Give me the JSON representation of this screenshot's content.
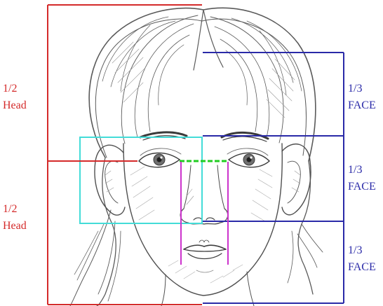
{
  "labels": {
    "head_top": {
      "fraction": "1/2",
      "word": "Head"
    },
    "head_bottom": {
      "fraction": "1/2",
      "word": "Head"
    },
    "face_top": {
      "fraction": "1/3",
      "word": "FACE"
    },
    "face_middle": {
      "fraction": "1/3",
      "word": "FACE"
    },
    "face_bottom": {
      "fraction": "1/3",
      "word": "FACE"
    }
  },
  "colors": {
    "head_guides": "#d42a2a",
    "face_guides": "#2a2aa8",
    "ear_box": "#43dcd8",
    "eye_line": "#22cc22",
    "nose_mouth_guides": "#cc33cc",
    "pencil": "#555555"
  },
  "icons": {
    "drawing": "pencil-face-sketch"
  }
}
